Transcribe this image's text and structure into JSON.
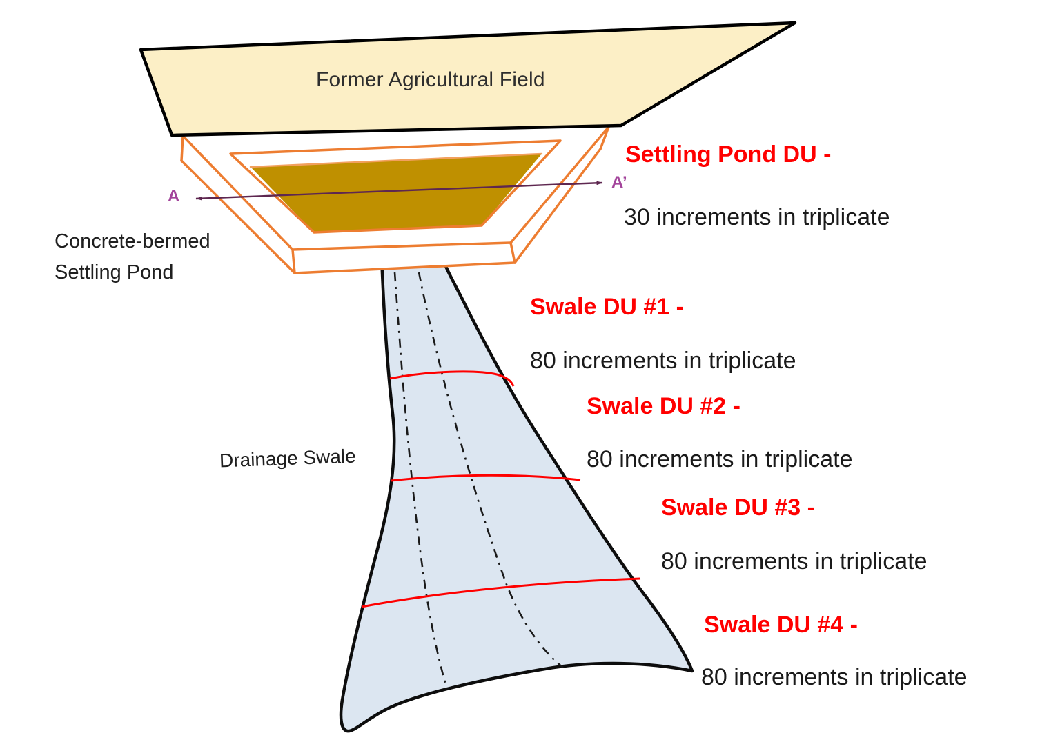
{
  "field": {
    "label": "Former Agricultural Field"
  },
  "pond": {
    "label": "Concrete-bermed\nSettling Pond"
  },
  "swale": {
    "label": "Drainage Swale"
  },
  "transect": {
    "start_label": "A",
    "end_label": "A’"
  },
  "annotations": [
    {
      "title": "Settling Pond DU -",
      "subtitle": "30 increments in triplicate"
    },
    {
      "title": "Swale DU #1 -",
      "subtitle": "80 increments in triplicate"
    },
    {
      "title": "Swale DU #2 -",
      "subtitle": "80 increments in triplicate"
    },
    {
      "title": "Swale DU #3 -",
      "subtitle": "80 increments in triplicate"
    },
    {
      "title": "Swale DU #4 -",
      "subtitle": "80 increments in triplicate"
    }
  ],
  "colors": {
    "background": "#FFFFFF",
    "field_fill": "#FCEFC6",
    "field_outline": "#000000",
    "pond_outline": "#ED7D31",
    "pond_water": "#BF9000",
    "pond_water_highlight": "#F2A05E",
    "swale_fill": "#DCE6F1",
    "swale_outline": "#0D0D0D",
    "dashdot_line": "#1A1A1A",
    "du_divider": "#FF0000",
    "annotation_title": "#FF0000",
    "annotation_text": "#1A1A1A",
    "transect_line": "#5E2750",
    "transect_label": "#A3449B"
  }
}
